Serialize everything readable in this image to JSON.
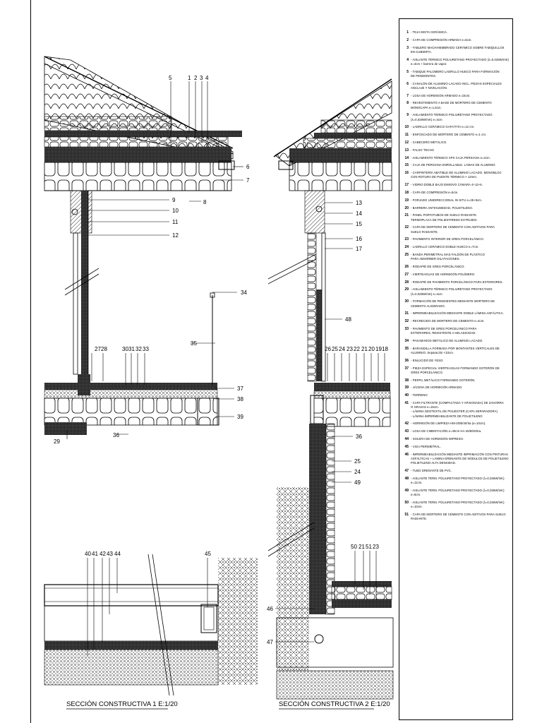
{
  "titles": {
    "section1": "SECCIÓN CONSTRUCTIVA 1  E:1/20",
    "section2": "SECCIÓN CONSTRUCTIVA 2  E:1/20"
  },
  "callouts": {
    "s1_roof": [
      "5",
      "1",
      "2",
      "3",
      "4"
    ],
    "s1_right": [
      "6",
      "7",
      "8",
      "9",
      "10",
      "11",
      "12"
    ],
    "s1_34": "34",
    "s1_35": "35",
    "s1_floor_top": [
      "27",
      "28",
      "30",
      "31",
      "32",
      "33"
    ],
    "s1_floor_right": [
      "37",
      "38",
      "39"
    ],
    "s1_29": "29",
    "s1_36": "36",
    "s1_foundation": [
      "40",
      "41",
      "42",
      "43",
      "44",
      "45"
    ],
    "s2_left": [
      "13",
      "14",
      "15",
      "16",
      "17"
    ],
    "s2_48": "48",
    "s2_floor_top": [
      "26",
      "25",
      "24",
      "23",
      "22",
      "21",
      "20",
      "19",
      "18"
    ],
    "s2_36": "36",
    "s2_mid": [
      "25",
      "24",
      "49"
    ],
    "s2_bottom": [
      "50",
      "21",
      "51",
      "23"
    ],
    "s2_46": "46",
    "s2_47": "47"
  },
  "legend": [
    {
      "n": "1",
      "t": [
        "- TEJA MIXTA CERÁMICA."
      ]
    },
    {
      "n": "2",
      "t": [
        "- CAPA DE COMPRESIÓN ARMADA e=5cm."
      ]
    },
    {
      "n": "3",
      "t": [
        "- TABLERO MACHIHEMBRADO CERÁMICO SOBRE TABIQUILLOS",
        "  EN CUBIERTA."
      ]
    },
    {
      "n": "4",
      "t": [
        "- AISLANTE TÉRMICO POLIURETANO PROYECTADO (λ=0,028W/mK)",
        "  e=4cm + barrera de vapor."
      ]
    },
    {
      "n": "5",
      "t": [
        "- TABIQUE PALOMERO LADRILLO HUECO PARA FORMACIÓN",
        "  DE PENDIENTES."
      ]
    },
    {
      "n": "6",
      "t": [
        "- CANALÓN DE ALUMINIO LACADO INCL. PIEZAS ESPECIALES",
        "  ANCLAJE Y NIVELACIÓN."
      ]
    },
    {
      "n": "7",
      "t": [
        "- LOSA DE HORMIGÓN ARMADO e=15cm."
      ]
    },
    {
      "n": "8",
      "t": [
        "- REVESTIMIENTO A BASE DE MORTERO DE CEMENTO",
        "  MONOCAPA e=1,5cm."
      ]
    },
    {
      "n": "9",
      "t": [
        "- AISLAMIENTO TÉRMICO POLIURETANO PROYECTADO",
        "  (λ=0,028W/mK) e=4cm"
      ]
    },
    {
      "n": "10",
      "t": [
        "- LADRILLO CERÁMICO GAFA/TITA e=12 cm."
      ]
    },
    {
      "n": "11",
      "t": [
        "- ENFOSCADO DE MORTERO DE CEMENTO e=1 cm."
      ]
    },
    {
      "n": "12",
      "t": [
        "- CABECERO METÁLICO."
      ]
    },
    {
      "n": "13",
      "t": [
        "- FALSO TECHO"
      ]
    },
    {
      "n": "14",
      "t": [
        "- AISLAMIENTO TÉRMICO XPS CAJA PERSIANA e=2cm."
      ]
    },
    {
      "n": "15",
      "t": [
        "- CAJA DE PERSIANA ENROLLABLE. LAMAS DE ALUMINIO."
      ]
    },
    {
      "n": "16",
      "t": [
        "- CARPINTERÍA ABATIBLE DE ALUMINIO LACADO. MONOBLOC",
        "  CON ROTURA DE PUENTE TÉRMICO > 12mm."
      ]
    },
    {
      "n": "17",
      "t": [
        "- VIDRIO DOBLE BAJO EMISIVO CÁMARA 4+12+6."
      ]
    },
    {
      "n": "18",
      "t": [
        "- CAPA DE COMPRESIÓN e=5cm."
      ]
    },
    {
      "n": "19",
      "t": [
        "- FORJADO UNIDIRECCIONAL IN SITU e=25+5cm."
      ]
    },
    {
      "n": "20",
      "t": [
        "- BARRERA ANTIHUMEDAD, POLIETILENO."
      ]
    },
    {
      "n": "21",
      "t": [
        "- PANEL PORTATUBOS DE SUELO RADIANTE.",
        "  TERMOPLACA DE POLIESTIRENO EXTRUIDO."
      ]
    },
    {
      "n": "22",
      "t": [
        "- CAPA DE MORTERO DE CEMENTO CON ADITIVOS PARA",
        "  SUELO RADIANTE."
      ]
    },
    {
      "n": "23",
      "t": [
        "- PAVIMENTO INTERIOR DE GRES PORCELÁNICO."
      ]
    },
    {
      "n": "24",
      "t": [
        "- LADRILLO CERÁMICO DOBLE HUECO e=7cm."
      ]
    },
    {
      "n": "25",
      "t": [
        "- BANDA PERIMETRAL MAS FALDÓN DE PLÁSTICO",
        "  PARA ABSORBER DILATACIONES."
      ]
    },
    {
      "n": "26",
      "t": [
        "- RODAPIÉ DE GRES PORCELÁNICO."
      ]
    },
    {
      "n": "27",
      "t": [
        "- VIERTEAGUAS DE HORMIGÓN POLÍMERO."
      ]
    },
    {
      "n": "28",
      "t": [
        "- RODAPIÉ DE PAVIMENTO PORCELÁNICO PARA EXTERIORES."
      ]
    },
    {
      "n": "29",
      "t": [
        "- AISLAMIENTO TÉRMICO POLIURETANO PROYECTADO",
        "  (λ=0,028W/mK) e=4cm"
      ]
    },
    {
      "n": "30",
      "t": [
        "- FORMACIÓN DE PENDIENTES MEDIANTE MORTERO DE",
        "  CEMENTO ALIGERADO."
      ]
    },
    {
      "n": "31",
      "t": [
        "- IMPERMEABILIZACIÓN MEDIANTE DOBLE LÁMINA ASFÁLTICA."
      ]
    },
    {
      "n": "32",
      "t": [
        "- RECRECIDO DE MORTERO DE CEMENTO e=4cm."
      ]
    },
    {
      "n": "33",
      "t": [
        "- PAVIMENTO DE GRES PORCELÁNICO PARA",
        "  EXTERIORES, RESISTENTE A HELADICIDAD."
      ]
    },
    {
      "n": "34",
      "t": [
        "- PASAMANOS METÁLICO DE ALUMINIO LACADO."
      ]
    },
    {
      "n": "35",
      "t": [
        "- BARANDILLA FORMADA POR MONTANTES VERTICALES DE",
        "  ALUMINIO. Separación <10cm."
      ]
    },
    {
      "n": "36",
      "t": [
        "- ENLUCIDO DE YESO."
      ]
    },
    {
      "n": "37",
      "t": [
        "- PIEZA ESPECIAL VIERTEAGUAS FORMANDO GOTERÓN DE",
        "  GRES PORCELÁNICO."
      ]
    },
    {
      "n": "38",
      "t": [
        "- PERFIL METÁLICO FORMANDO GOTERÓN."
      ]
    },
    {
      "n": "39",
      "t": [
        "- JÁCENA DE HORMIGÓN ARMADO."
      ]
    },
    {
      "n": "40",
      "t": [
        "- TERRENO"
      ]
    },
    {
      "n": "41",
      "t": [
        "- CAPA FILTRANTE (COMPACTADA Y APISONADA) DE ZAHORRA",
        "  O GRAVAS e=15cm.",
        "  - LÁMINA GEOTEXTIL DE POLIÉSTER (CAPA SEPARADORA)",
        "  - LÁMINA IMPERMEABILIZANTE DE POLIETILENO"
      ]
    },
    {
      "n": "42",
      "t": [
        "- HORMIGÓN DE LIMPIEZA HM-20/B/40/IIa (e=10cm)."
      ]
    },
    {
      "n": "43",
      "t": [
        "- LOSA DE CIMENTACIÓN e=40cm HA-25/B/20/IIa."
      ]
    },
    {
      "n": "44",
      "t": [
        "- SOLERA DE HORMIGÓN IMPRESO."
      ]
    },
    {
      "n": "45",
      "t": [
        "- VIGA PERIMETRAL."
      ]
    },
    {
      "n": "46",
      "t": [
        "- IMPERMEABILIZACIÓN MEDIANTE IMPRIMACIÓN CON PINTURAS",
        "  ASFÁLTICAS + LÁMINA DRENANTE DE NÓDULOS DE POLIETILENO",
        "  POLIETILENO ALTA DENSIDAD."
      ]
    },
    {
      "n": "47",
      "t": [
        "- TUBO DRENANTE DE PVC."
      ]
    },
    {
      "n": "48",
      "t": [
        "- AISLANTE TÉRM. POLIURETANO PROYECTADO (λ=0,026W/mK) e=11cm."
      ]
    },
    {
      "n": "49",
      "t": [
        "- AISLANTE TÉRM. POLIURETANO PROYECTADO (λ=0,026W/mK) e=6cm."
      ]
    },
    {
      "n": "50",
      "t": [
        "- AISLANTE TÉRM. POLIURETANO PROYECTADO (λ=0,026W/mK) e=10cm."
      ]
    },
    {
      "n": "51",
      "t": [
        "- CAPA DE MORTERO DE CEMENTO CON ADITIVOS PARA SUELO RADIANTE."
      ]
    }
  ]
}
